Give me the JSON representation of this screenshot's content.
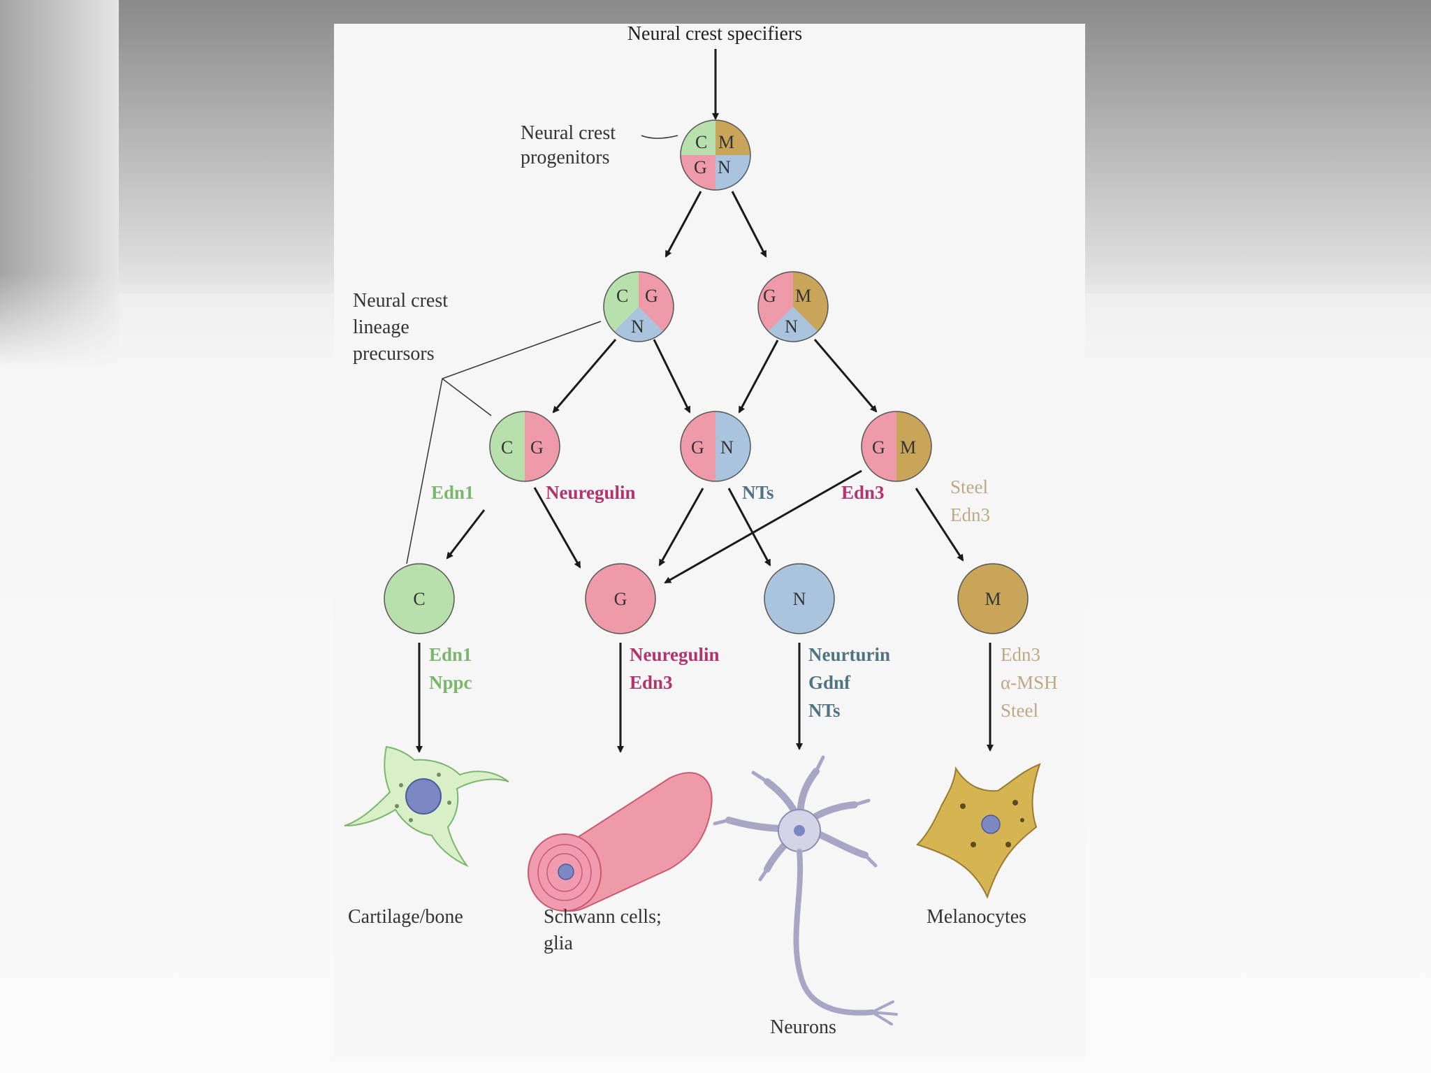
{
  "colors": {
    "cartilage": "#b8e0ac",
    "glia": "#ef9aa8",
    "neuron": "#a9c4dc",
    "melanocyte": "#c9a55a",
    "label_cartilage": "#7ab66d",
    "label_glia": "#b0356a",
    "label_neuron": "#4f7381",
    "label_melanocyte": "#bba984",
    "arrow": "#1a1a1a"
  },
  "diagram": {
    "top_label": "Neural crest specifiers",
    "progenitor_label": [
      "Neural crest",
      "progenitors"
    ],
    "precursor_label": [
      "Neural crest",
      "lineage",
      "precursors"
    ],
    "letters": {
      "c": "C",
      "g": "G",
      "n": "N",
      "m": "M"
    },
    "signals": {
      "edn1": "Edn1",
      "neuregulin": "Neuregulin",
      "nts": "NTs",
      "edn3": "Edn3",
      "steel": "Steel",
      "steel_edn3": "Edn3"
    },
    "final_signals": {
      "c": [
        "Edn1",
        "Nppc"
      ],
      "g": [
        "Neuregulin",
        "Edn3"
      ],
      "n": [
        "Neurturin",
        "Gdnf",
        "NTs"
      ],
      "m": [
        "Edn3",
        "α-MSH",
        "Steel"
      ]
    },
    "cell_types": {
      "cartilage": "Cartilage/bone",
      "schwann": [
        "Schwann cells;",
        "glia"
      ],
      "neurons": "Neurons",
      "melanocytes": "Melanocytes"
    }
  }
}
